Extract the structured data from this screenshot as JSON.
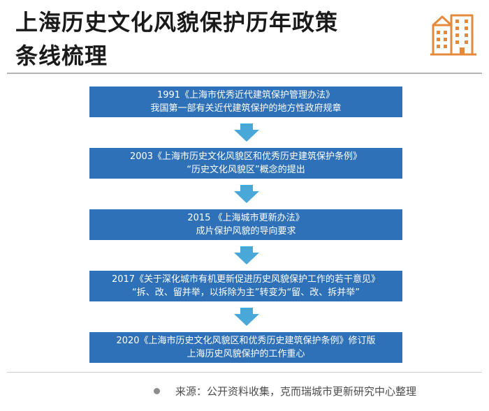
{
  "header": {
    "title_line1": "上海历史文化风貌保护历年政策",
    "title_line2": "条线梳理",
    "logo_icon": "city-buildings-icon",
    "accent_color": "#e58a3b"
  },
  "timeline": {
    "box_color": "#2f71b8",
    "arrow_color": "#4aa8d8",
    "steps": [
      {
        "line1": "1991《上海市优秀近代建筑保护管理办法》",
        "line2": "我国第一部有关近代建筑保护的地方性政府规章"
      },
      {
        "line1": "2003《上海市历史文化风貌区和优秀历史建筑保护条例》",
        "line2": "“历史文化风貌区”概念的提出"
      },
      {
        "line1": "2015 《上海城市更新办法》",
        "line2": "成片保护风貌的导向要求"
      },
      {
        "line1": "2017《关于深化城市有机更新促进历史风貌保护工作的若干意见》",
        "line2": "“拆、改、留并举，以拆除为主”转变为“留、改、拆并举”"
      },
      {
        "line1": "2020《上海市历史文化风貌区和优秀历史建筑保护条例》修订版",
        "line2": "上海历史风貌保护的工作重心"
      }
    ]
  },
  "footer": {
    "source": "来源：公开资料收集，克而瑞城市更新研究中心整理"
  }
}
